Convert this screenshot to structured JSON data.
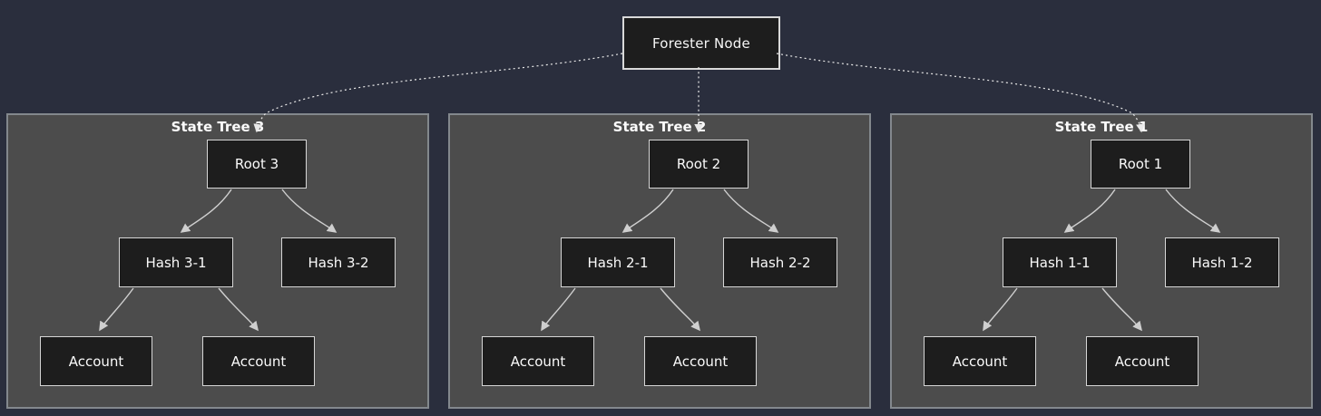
{
  "diagram": {
    "title": "Forester node with state trees",
    "root_node": {
      "label": "Forester Node"
    },
    "trees": [
      {
        "title": "State Tree 3",
        "nodes": {
          "root": "Root 3",
          "hash1": "Hash 3-1",
          "hash2": "Hash 3-2",
          "account1": "Account",
          "account2": "Account"
        },
        "edges": [
          [
            "Root 3",
            "Hash 3-1"
          ],
          [
            "Root 3",
            "Hash 3-2"
          ],
          [
            "Hash 3-1",
            "Account"
          ],
          [
            "Hash 3-1",
            "Account"
          ]
        ]
      },
      {
        "title": "State Tree 2",
        "nodes": {
          "root": "Root 2",
          "hash1": "Hash 2-1",
          "hash2": "Hash 2-2",
          "account1": "Account",
          "account2": "Account"
        },
        "edges": [
          [
            "Root 2",
            "Hash 2-1"
          ],
          [
            "Root 2",
            "Hash 2-2"
          ],
          [
            "Hash 2-1",
            "Account"
          ],
          [
            "Hash 2-1",
            "Account"
          ]
        ]
      },
      {
        "title": "State Tree 1",
        "nodes": {
          "root": "Root 1",
          "hash1": "Hash 1-1",
          "hash2": "Hash 1-2",
          "account1": "Account",
          "account2": "Account"
        },
        "edges": [
          [
            "Root 1",
            "Hash 1-1"
          ],
          [
            "Root 1",
            "Hash 1-2"
          ],
          [
            "Hash 1-1",
            "Account"
          ],
          [
            "Hash 1-1",
            "Account"
          ]
        ]
      }
    ],
    "root_edges": [
      [
        "Forester Node",
        "State Tree 3"
      ],
      [
        "Forester Node",
        "State Tree 2"
      ],
      [
        "Forester Node",
        "State Tree 1"
      ]
    ],
    "colors": {
      "background": "#2a2e3d",
      "cluster_fill": "#4c4c4c",
      "cluster_border": "#83888d",
      "node_fill": "#1d1d1d",
      "node_border": "#d6d6d6",
      "text": "#fafafa",
      "tree_edge": "#cfcfcf",
      "dotted_edge": "#e9e9e9"
    }
  }
}
